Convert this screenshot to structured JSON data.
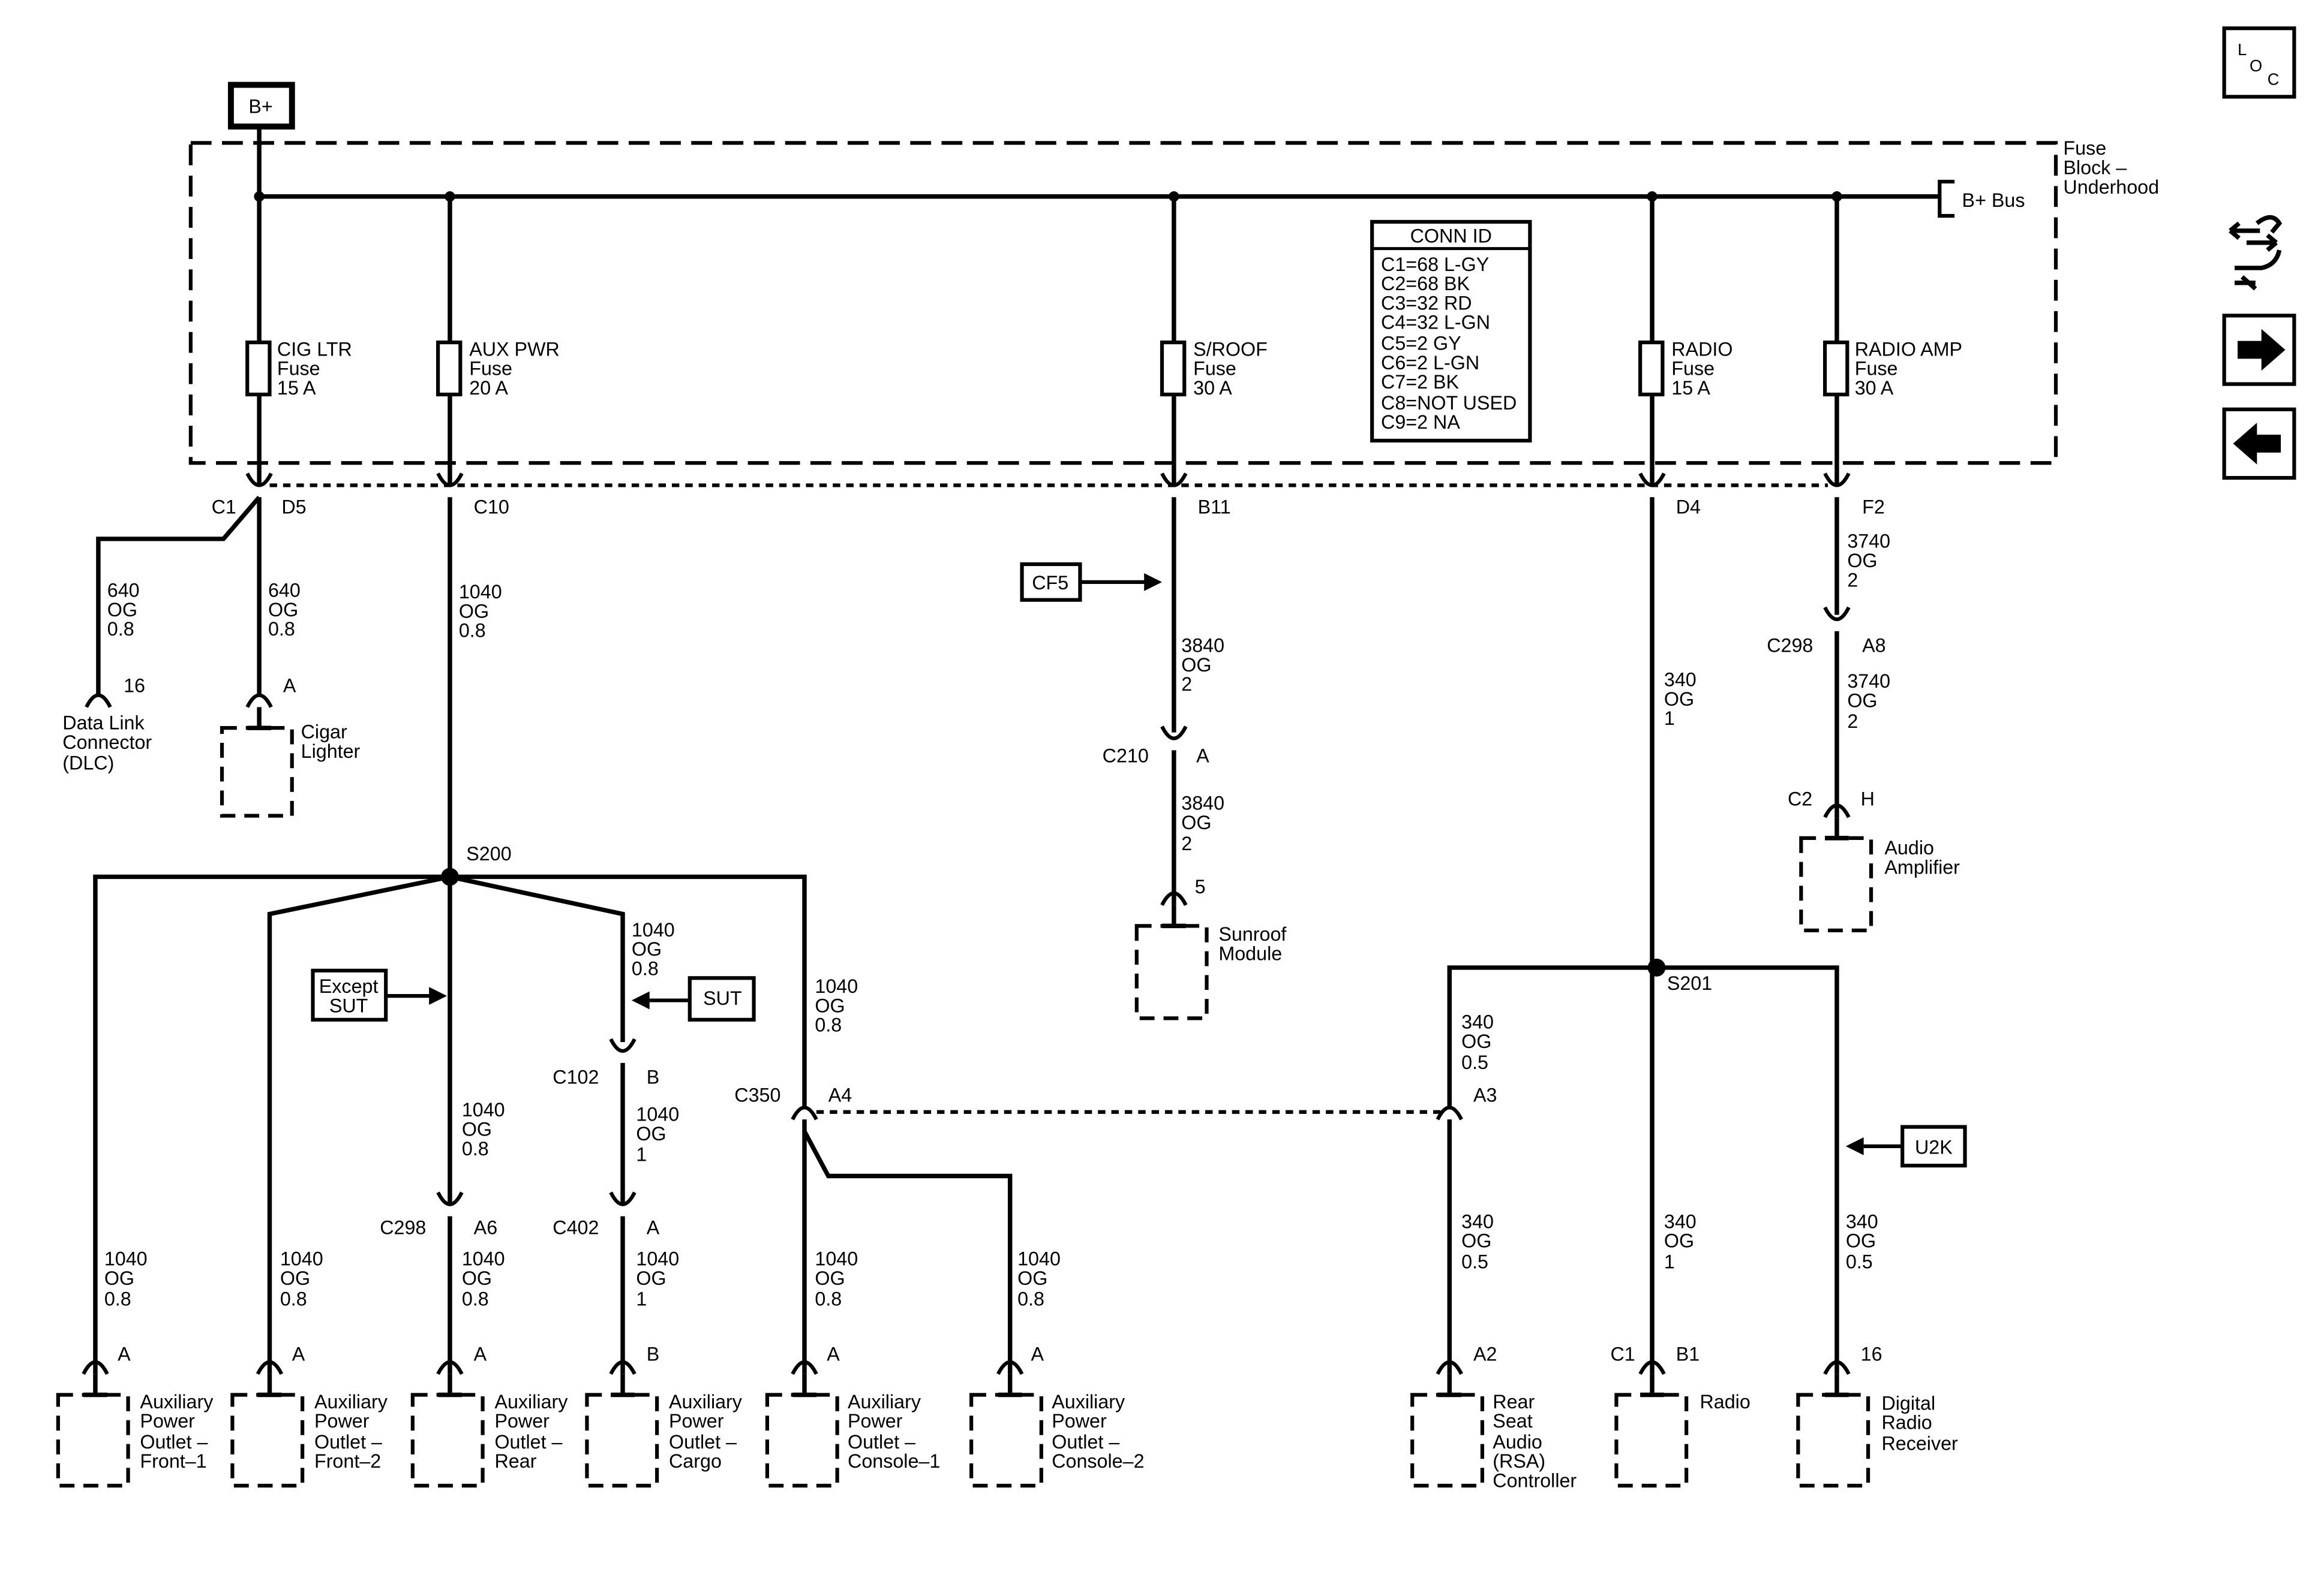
{
  "power_source": "B+",
  "loc_button": [
    "L",
    "O",
    "C"
  ],
  "nav_icons": [
    "component-locator-icon",
    "forward-arrow-icon",
    "back-arrow-icon"
  ],
  "fuse_block": {
    "title": [
      "Fuse",
      "Block –",
      "Underhood"
    ],
    "bus_label": "B+ Bus",
    "conn_id": {
      "header": "CONN ID",
      "rows": [
        "C1=68 L-GY",
        "C2=68 BK",
        "C3=32 RD",
        "C4=32 L-GN",
        "C5=2 GY",
        "C6=2 L-GN",
        "C7=2 BK",
        "C8=NOT USED",
        "C9=2 NA"
      ]
    }
  },
  "fuses": [
    {
      "name": "CIG LTR",
      "kind": "Fuse",
      "rating": "15 A"
    },
    {
      "name": "AUX PWR",
      "kind": "Fuse",
      "rating": "20 A"
    },
    {
      "name": "S/ROOF",
      "kind": "Fuse",
      "rating": "30 A"
    },
    {
      "name": "RADIO",
      "kind": "Fuse",
      "rating": "15 A"
    },
    {
      "name": "RADIO AMP",
      "kind": "Fuse",
      "rating": "30 A"
    }
  ],
  "wires": {
    "w640a": [
      "640",
      "OG",
      "0.8"
    ],
    "w640b": [
      "640",
      "OG",
      "0.8"
    ],
    "w1040_main": [
      "1040",
      "OG",
      "0.8"
    ],
    "w3840a": [
      "3840",
      "OG",
      "2"
    ],
    "w3840b": [
      "3840",
      "OG",
      "2"
    ],
    "w340_main": [
      "340",
      "OG",
      "1"
    ],
    "w3740a": [
      "3740",
      "OG",
      "2"
    ],
    "w3740b": [
      "3740",
      "OG",
      "2"
    ],
    "w1040_cargo_a": [
      "1040",
      "OG",
      "0.8"
    ],
    "w1040_cargo_b": [
      "1040",
      "OG",
      "1"
    ],
    "w1040_cargo_c": [
      "1040",
      "OG",
      "1"
    ],
    "w1040_rear_a": [
      "1040",
      "OG",
      "0.8"
    ],
    "w1040_rear_b": [
      "1040",
      "OG",
      "0.8"
    ],
    "w1040_console": [
      "1040",
      "OG",
      "0.8"
    ],
    "w1040_front1": [
      "1040",
      "OG",
      "0.8"
    ],
    "w1040_front2": [
      "1040",
      "OG",
      "0.8"
    ],
    "w1040_console1": [
      "1040",
      "OG",
      "0.8"
    ],
    "w1040_console2": [
      "1040",
      "OG",
      "0.8"
    ],
    "w340_rsa_a": [
      "340",
      "OG",
      "0.5"
    ],
    "w340_rsa_b": [
      "340",
      "OG",
      "0.5"
    ],
    "w340_radio": [
      "340",
      "OG",
      "1"
    ],
    "w340_digital": [
      "340",
      "OG",
      "0.5"
    ]
  },
  "connectors": {
    "c1": "C1",
    "d5": "D5",
    "c10": "C10",
    "b11": "B11",
    "d4": "D4",
    "f2": "F2",
    "c298_a8": [
      "C298",
      "A8"
    ],
    "c210_a": [
      "C210",
      "A"
    ],
    "c2_h": [
      "C2",
      "H"
    ],
    "c102_b": [
      "C102",
      "B"
    ],
    "c350_a4": [
      "C350",
      "A4"
    ],
    "a3": "A3",
    "c298_a6": [
      "C298",
      "A6"
    ],
    "c402_a": [
      "C402",
      "A"
    ],
    "dlc_pin": "16",
    "cig_pin": "A",
    "sunroof_pin": "5",
    "front1_pin": "A",
    "front2_pin": "A",
    "rear_pin": "A",
    "cargo_pin": "B",
    "console1_pin": "A",
    "console2_pin": "A",
    "rsa_pin": "A2",
    "radio_pin": [
      "C1",
      "B1"
    ],
    "digital_pin": "16"
  },
  "splices": [
    "S200",
    "S201"
  ],
  "references": [
    "CF5",
    "SUT",
    "U2K"
  ],
  "except_sut": [
    "Except",
    "SUT"
  ],
  "components": {
    "dlc": [
      "Data Link",
      "Connector",
      "(DLC)"
    ],
    "cigar": [
      "Cigar",
      "Lighter"
    ],
    "sunroof": [
      "Sunroof",
      "Module"
    ],
    "amplifier": [
      "Audio",
      "Amplifier"
    ],
    "front1": [
      "Auxiliary",
      "Power",
      "Outlet –",
      "Front–1"
    ],
    "front2": [
      "Auxiliary",
      "Power",
      "Outlet –",
      "Front–2"
    ],
    "rear": [
      "Auxiliary",
      "Power",
      "Outlet –",
      "Rear"
    ],
    "cargo": [
      "Auxiliary",
      "Power",
      "Outlet –",
      "Cargo"
    ],
    "console1": [
      "Auxiliary",
      "Power",
      "Outlet –",
      "Console–1"
    ],
    "console2": [
      "Auxiliary",
      "Power",
      "Outlet –",
      "Console–2"
    ],
    "rsa": [
      "Rear",
      "Seat",
      "Audio",
      "(RSA)",
      "Controller"
    ],
    "radio": [
      "Radio"
    ],
    "digital": [
      "Digital",
      "Radio",
      "Receiver"
    ]
  }
}
